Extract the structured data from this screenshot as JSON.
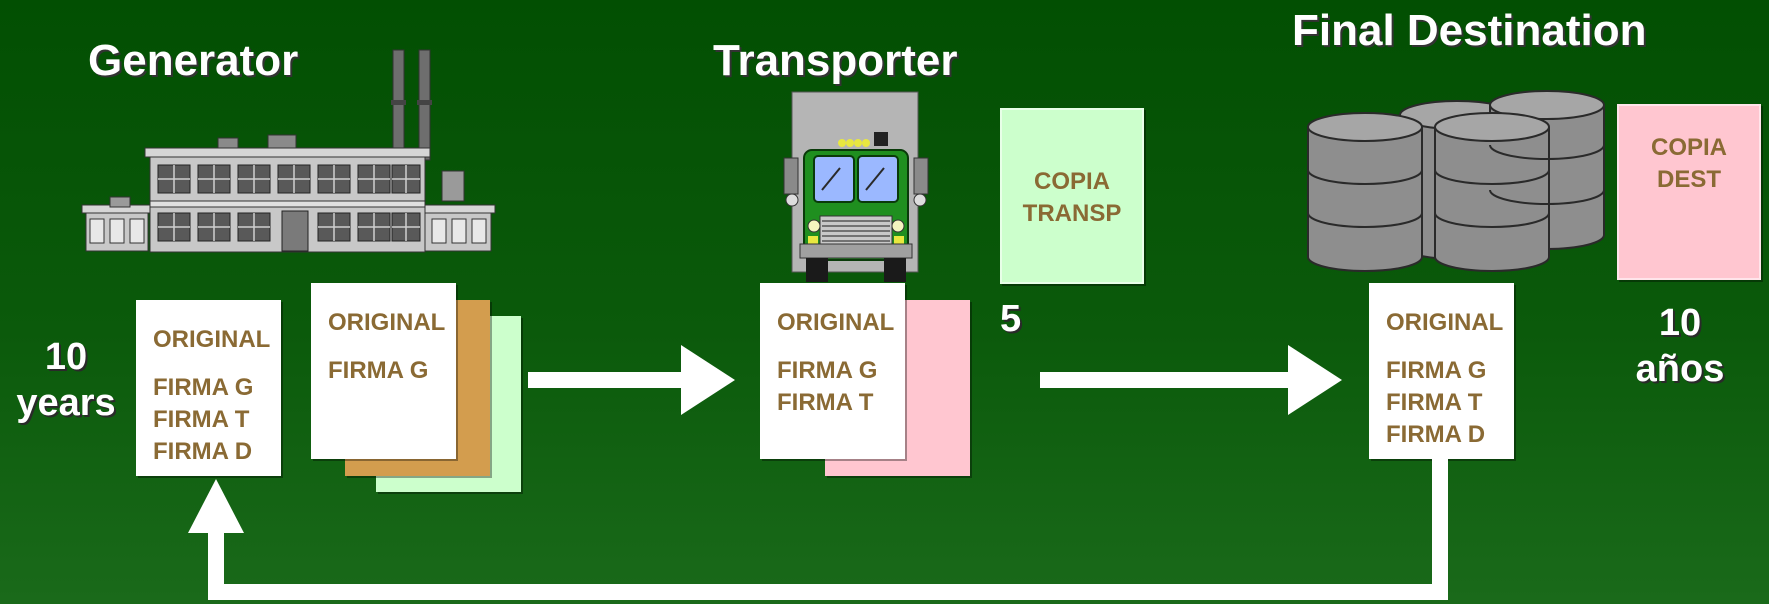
{
  "stages": {
    "generator": "Generator",
    "transporter": "Transporter",
    "final_destination": "Final Destination"
  },
  "generator": {
    "retention_value": "10",
    "retention_unit": "years",
    "kept_doc": {
      "title": "ORIGINAL",
      "lines": [
        "FIRMA G",
        "FIRMA T",
        "FIRMA D"
      ]
    },
    "outgoing_doc": {
      "title": "ORIGINAL",
      "lines": [
        "FIRMA G"
      ]
    }
  },
  "transporter": {
    "doc": {
      "title": "ORIGINAL",
      "lines": [
        "FIRMA G",
        "FIRMA T"
      ]
    },
    "copy": {
      "lines": [
        "COPIA",
        "TRANSP"
      ]
    },
    "retention_value": "5"
  },
  "destination": {
    "doc": {
      "title": "ORIGINAL",
      "lines": [
        "FIRMA G",
        "FIRMA T",
        "FIRMA D"
      ]
    },
    "copy": {
      "lines": [
        "COPIA",
        "DEST"
      ]
    },
    "retention_value": "10",
    "retention_unit": "años"
  },
  "colors": {
    "background": "#024f02",
    "doc_text": "#8a6a34",
    "copy_transp": "#ccffcc",
    "copy_dest": "#ffc6d0",
    "copy_generator_orange": "#d39d4e",
    "copy_generator_green": "#ccffcc",
    "arrow": "#ffffff"
  },
  "icons": [
    "factory-icon",
    "truck-icon",
    "barrels-icon"
  ]
}
